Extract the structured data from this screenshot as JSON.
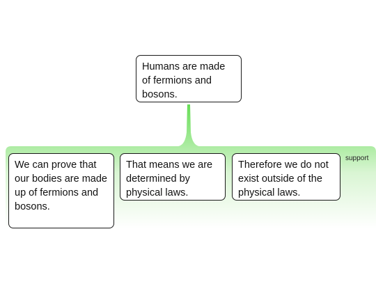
{
  "claim": {
    "text": "Humans are made of fermions and bosons."
  },
  "support_group": {
    "label": "support",
    "color": "#66dd55",
    "premises": [
      {
        "text": "We can prove that our bodies are made up of fermions and bosons."
      },
      {
        "text": "That means we are determined by physical laws."
      },
      {
        "text": "Therefore we do not exist outside of the physical laws."
      }
    ]
  }
}
